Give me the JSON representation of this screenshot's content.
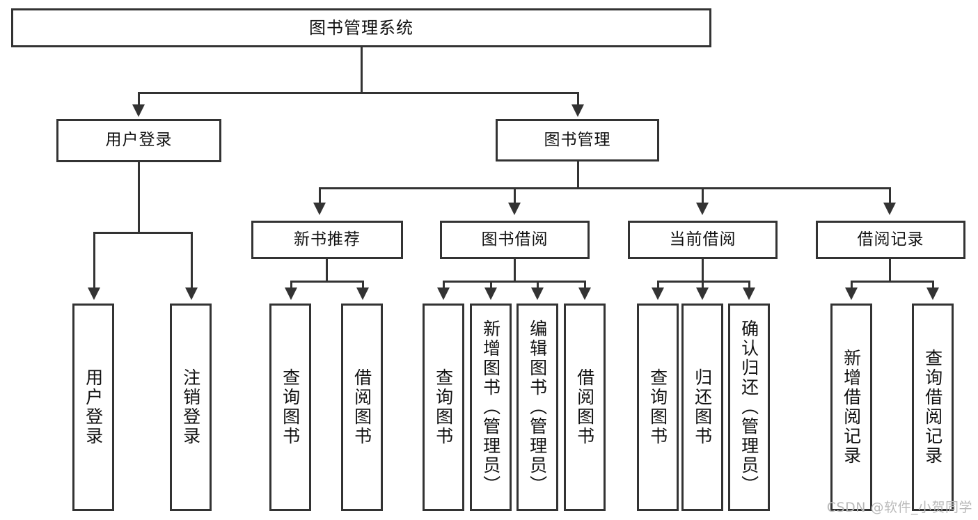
{
  "diagram": {
    "title": "图书管理系统",
    "watermark": "CSDN @软件_小贺同学",
    "line_color": "#333333",
    "background_color": "#ffffff",
    "root": {
      "label": "图书管理系统"
    },
    "level2": [
      {
        "label": "用户登录"
      },
      {
        "label": "图书管理"
      }
    ],
    "level3": [
      {
        "label": "新书推荐"
      },
      {
        "label": "图书借阅"
      },
      {
        "label": "当前借阅"
      },
      {
        "label": "借阅记录"
      }
    ],
    "leaves": {
      "user_login": [
        {
          "label": "用户登录"
        },
        {
          "label": "注销登录"
        }
      ],
      "new_book_recommend": [
        {
          "label": "查询图书"
        },
        {
          "label": "借阅图书"
        }
      ],
      "book_borrow": [
        {
          "label": "查询图书"
        },
        {
          "label": "新增图书（管理员）"
        },
        {
          "label": "编辑图书（管理员）"
        },
        {
          "label": "借阅图书"
        }
      ],
      "current_borrow": [
        {
          "label": "查询图书"
        },
        {
          "label": "归还图书"
        },
        {
          "label": "确认归还（管理员）"
        }
      ],
      "borrow_record": [
        {
          "label": "新增借阅记录"
        },
        {
          "label": "查询借阅记录"
        }
      ]
    }
  }
}
